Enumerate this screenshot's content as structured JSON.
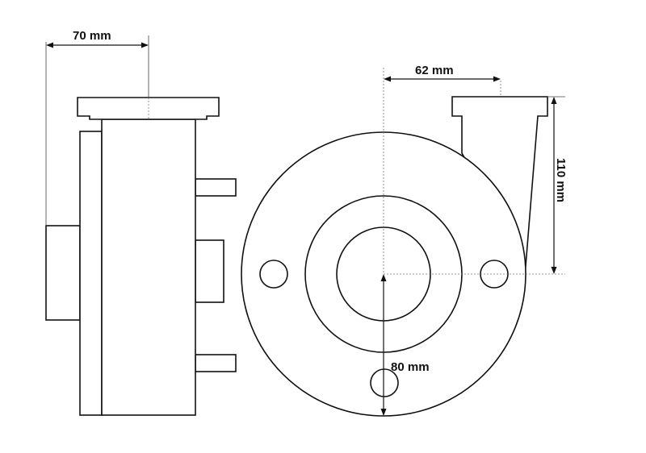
{
  "dimensions": {
    "side_width": "70 mm",
    "outlet_width": "62 mm",
    "outlet_height": "110 mm",
    "flange_radius": "80 mm"
  },
  "colors": {
    "line": "#111111",
    "background": "#ffffff"
  }
}
